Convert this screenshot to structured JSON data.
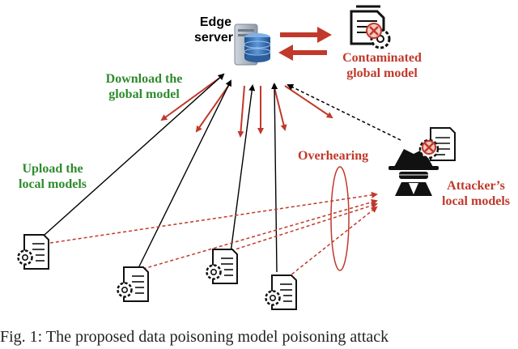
{
  "edge_server": {
    "line1": "Edge",
    "line2": "server"
  },
  "labels": {
    "download": {
      "line1": "Download the",
      "line2": "global model"
    },
    "upload": {
      "line1": "Upload the",
      "line2": "local models"
    },
    "contaminated": {
      "line1": "Contaminated",
      "line2": "global model"
    },
    "overhearing": "Overhearing",
    "attacker": {
      "line1": "Attacker’s",
      "line2": "local models"
    }
  },
  "caption": "Fig. 1: The proposed data poisoning model poisoning attack",
  "colors": {
    "green": "#2e8b2e",
    "red": "#c0392b",
    "black": "#000000"
  },
  "icons": [
    "server-icon",
    "document-gear-icon",
    "document-x-icon",
    "attacker-spy-icon",
    "exchange-arrows-icon"
  ]
}
